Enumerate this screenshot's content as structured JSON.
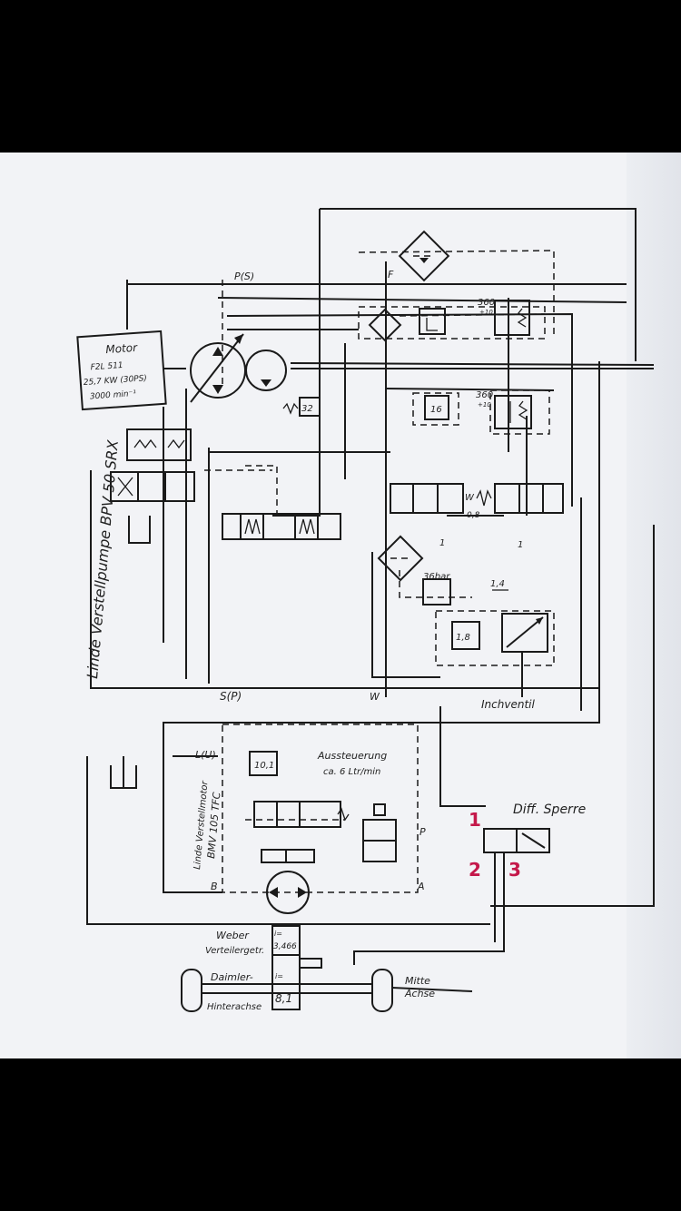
{
  "diagram": {
    "motor": {
      "title": "Motor",
      "model": "F2L 511",
      "power": "25,7 KW (30PS)",
      "speed": "3000 min⁻¹"
    },
    "pump_label": "Linde Verstellpumpe BPV 50 SRX",
    "ports": {
      "ps": "P(S)",
      "sp": "S(P)",
      "f": "F",
      "w": "W",
      "lu": "L(U)",
      "b": "B",
      "a": "A",
      "p": "P"
    },
    "valve_values": {
      "v32": "32",
      "v16": "16",
      "v360a": "360",
      "v10a": "+10",
      "v360b": "360",
      "v10b": "+10",
      "v08": "0,8",
      "v1a": "1",
      "v1b": "1",
      "v36bar": "36bar",
      "v14": "1,4",
      "v18": "1,8",
      "v101": "10,1"
    },
    "inchventil": "Inchventil",
    "motor2_label_1": "Linde Verstellmotor",
    "motor2_label_2": "BMV 105 TFC",
    "aussteuerung_1": "Aussteuerung",
    "aussteuerung_2": "ca. 6 Ltr/min",
    "diff_sperre": "Diff. Sperre",
    "red_numbers": [
      "1",
      "2",
      "3"
    ],
    "gearbox": {
      "weber_1": "Weber",
      "weber_2": "Verteilergetr.",
      "ratio_label": "i=",
      "ratio_value": "3,466",
      "daimler": "Daimler-",
      "hinterachse": "Hinterachse",
      "i2_label": "i=",
      "i2_value": "8,1"
    },
    "mitte_1": "Mitte",
    "mitte_2": "Achse"
  },
  "colors": {
    "paper": "#f2f3f6",
    "ink": "#1a1a1a",
    "red_ink": "#c4184a"
  }
}
